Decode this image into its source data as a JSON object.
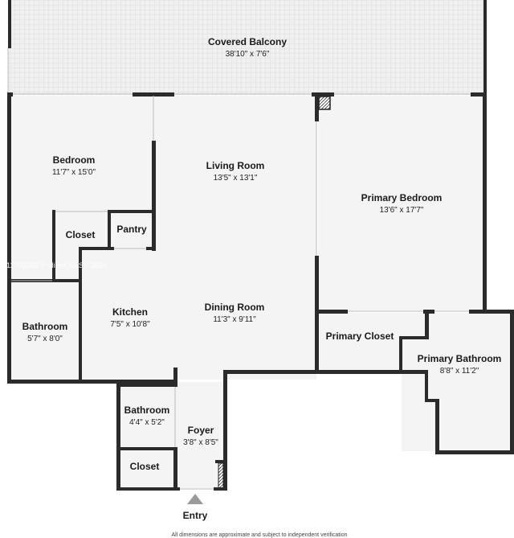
{
  "rooms": {
    "balcony": {
      "name": "Covered Balcony",
      "dims": "38'10\" x 7'6\""
    },
    "bedroom": {
      "name": "Bedroom",
      "dims": "11'7\" x 15'0\""
    },
    "living": {
      "name": "Living Room",
      "dims": "13'5\" x 13'1\""
    },
    "primary_bed": {
      "name": "Primary Bedroom",
      "dims": "13'6\" x 17'7\""
    },
    "closet1": {
      "name": "Closet"
    },
    "pantry": {
      "name": "Pantry"
    },
    "kitchen": {
      "name": "Kitchen",
      "dims": "7'5\" x 10'8\""
    },
    "dining": {
      "name": "Dining Room",
      "dims": "11'3\" x 9'11\""
    },
    "bathroom1": {
      "name": "Bathroom",
      "dims": "5'7\" x 8'0\""
    },
    "primary_closet": {
      "name": "Primary Closet"
    },
    "primary_bath": {
      "name": "Primary Bathroom",
      "dims": "8'8\" x 11'2\""
    },
    "bathroom2": {
      "name": "Bathroom",
      "dims": "4'4\" x 5'2\""
    },
    "foyer": {
      "name": "Foyer",
      "dims": "3'8\" x 8'5\""
    },
    "closet2": {
      "name": "Closet"
    }
  },
  "entry_label": "Entry",
  "watermark": "A11703285 © Miami MLS© 2024",
  "footer_note": "All dimensions are approximate and subject to independent verification"
}
